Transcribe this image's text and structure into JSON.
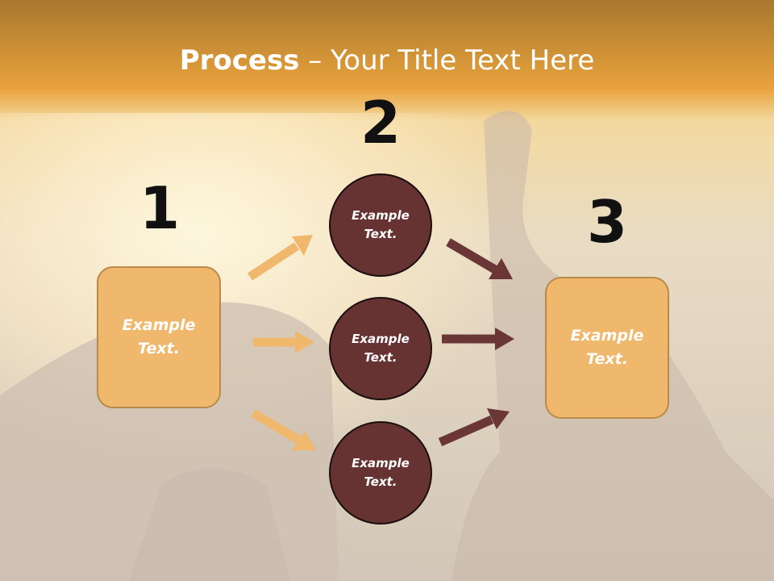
{
  "title": {
    "bold": "Process",
    "rest": " – Your Title Text Here"
  },
  "steps": [
    {
      "number": "1",
      "label": "Example Text."
    },
    {
      "number": "2"
    },
    {
      "number": "3",
      "label": "Example Text."
    }
  ],
  "circles": [
    {
      "label": "Example Text."
    },
    {
      "label": "Example Text."
    },
    {
      "label": "Example Text."
    }
  ],
  "colors": {
    "box_fill": "#efb86c",
    "circle_fill": "#673232",
    "arrow_light": "#efb86c",
    "arrow_dark": "#6b3636",
    "title_band": "#e9a23c"
  }
}
